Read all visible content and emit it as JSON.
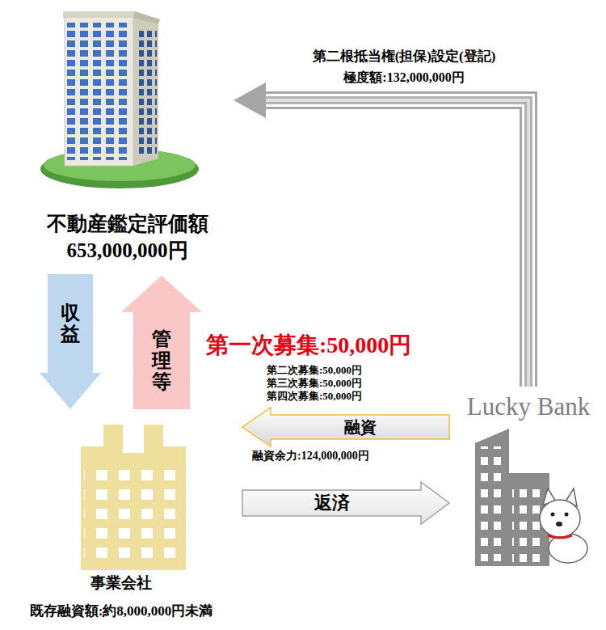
{
  "diagram": {
    "nodes": [
      {
        "text": [
          "不動産鑑定評価額",
          "653,000,000円"
        ]
      },
      {
        "text": [
          "事業会社",
          "既存融資額:約8,000,000円未満"
        ]
      },
      {
        "text": [
          "Lucky Bank"
        ]
      }
    ],
    "edges": [
      {
        "from": 0,
        "to": 1,
        "label": "収益",
        "arrow": "to"
      },
      {
        "from": 1,
        "to": 0,
        "label": "管理等",
        "arrow": "to"
      },
      {
        "from": 2,
        "to": 0,
        "label": "第二根抵当権(担保)設定(登記)",
        "arrow": "to"
      },
      {
        "from": 2,
        "to": 1,
        "label": "融資",
        "arrow": "to"
      },
      {
        "from": 1,
        "to": 2,
        "label": "返済",
        "arrow": "to"
      }
    ],
    "labels": [
      "極度額:132,000,000円",
      "第一次募集:50,000円",
      "第二次募集:50,000円",
      "第三次募集:50,000円",
      "第四次募集:50,000円",
      "融資余力:124,000,000円"
    ]
  }
}
